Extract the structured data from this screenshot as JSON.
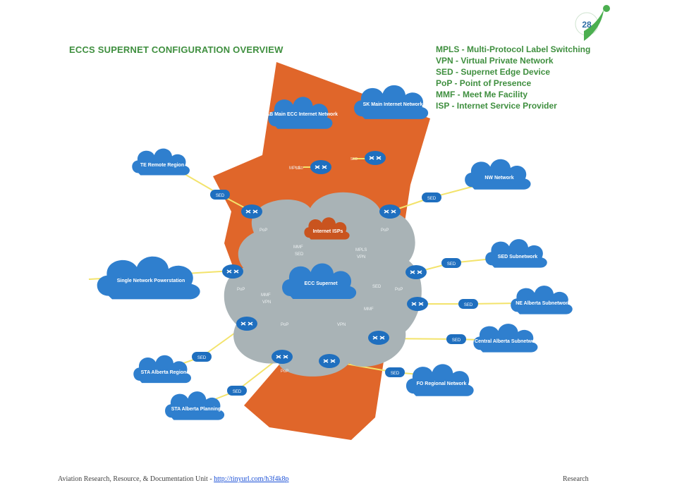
{
  "title": "ECCS SUPERNET CONFIGURATION OVERVIEW",
  "legend": [
    "MPLS - Multi-Protocol Label Switching",
    "VPN - Virtual Private Network",
    "SED - Supernet Edge Device",
    "PoP - Point of Presence",
    "MMF - Meet Me Facility",
    "ISP - Internet Service Provider"
  ],
  "logo_text": "28",
  "footer": {
    "text": "Aviation Research, Resource, & Documentation Unit - ",
    "link": "http://tinyurl.com/h3f4k8p",
    "right": "Research"
  },
  "clouds": {
    "core": "ECC Supernet",
    "internet": "Internet ISPs",
    "top_left": "AB Main ECC Internet Network",
    "top_right": "SK Main Internet Network",
    "upper_left": "TE Remote Region",
    "right_top": "NW Network",
    "left_big": "Single Network Powerstation",
    "right_mid1": "SED Subnetwork",
    "right_mid2": "NE Alberta Subnetwork",
    "right_mid3": "Central Alberta Subnetwork",
    "bottom_right": "FO Regional Network",
    "bottom_left1": "STA Alberta Region",
    "bottom_left2": "STA Alberta Planning"
  },
  "pills": [
    "SED",
    "SED",
    "SED",
    "SED",
    "SED",
    "SED",
    "SED",
    "SED",
    "SED",
    "SED"
  ],
  "small_labels": [
    "PoP",
    "PoP",
    "MMF",
    "SED",
    "MPLS",
    "VPN",
    "PoP",
    "MMF",
    "VPN",
    "SED",
    "PoP",
    "MMF",
    "PoP",
    "VPN",
    "PoP",
    "MPLS"
  ],
  "colors": {
    "brand_green": "#3f8f3f",
    "orange": "#e0662a",
    "cloud_blue": "#2f7fce",
    "router_blue": "#1f6fbf",
    "core_gray": "#a9b3b6"
  }
}
